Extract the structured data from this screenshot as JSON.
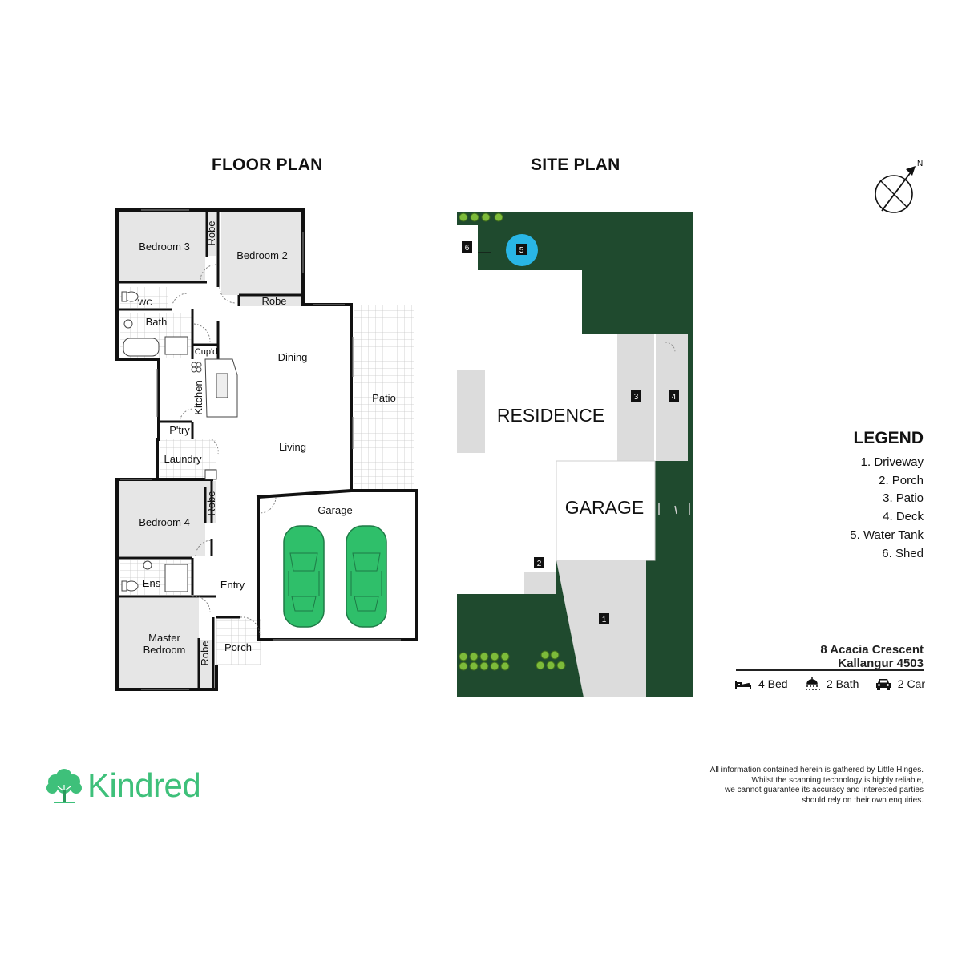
{
  "headings": {
    "floor_plan": "FLOOR PLAN",
    "site_plan": "SITE PLAN"
  },
  "compass": {
    "label": "N"
  },
  "floor_plan": {
    "rooms": {
      "bedroom3": "Bedroom 3",
      "bedroom2": "Bedroom 2",
      "robe_b3": "Robe",
      "robe_b2": "Robe",
      "wc": "WC",
      "bath": "Bath",
      "cupd": "Cup'd",
      "dining": "Dining",
      "patio": "Patio",
      "kitchen": "Kitchen",
      "living": "Living",
      "ptry": "P'try",
      "laundry": "Laundry",
      "bedroom4": "Bedroom 4",
      "robe_b4": "Robe",
      "garage": "Garage",
      "ens": "Ens",
      "entry": "Entry",
      "master_line1": "Master",
      "master_line2": "Bedroom",
      "robe_master": "Robe",
      "porch": "Porch"
    }
  },
  "site_plan": {
    "residence": "RESIDENCE",
    "garage": "GARAGE",
    "markers": [
      "1",
      "2",
      "3",
      "4",
      "5",
      "6"
    ],
    "colors": {
      "lawn": "#1f4a2e",
      "slab": "#dcdcdc",
      "water": "#29b6e6"
    }
  },
  "legend": {
    "title": "LEGEND",
    "items": [
      "1. Driveway",
      "2. Porch",
      "3. Patio",
      "4. Deck",
      "5. Water Tank",
      "6. Shed"
    ]
  },
  "address": {
    "line1": "8 Acacia Crescent",
    "line2": "Kallangur 4503"
  },
  "specs": {
    "bed": "4 Bed",
    "bath": "2 Bath",
    "car": "2 Car"
  },
  "disclaimer": [
    "All information contained herein is gathered by Little Hinges.",
    "Whilst the scanning technology is highly reliable,",
    "we cannot guarantee its accuracy and interested parties",
    "should rely on their own enquiries."
  ],
  "brand": {
    "name": "Kindred",
    "color": "#3ec07a"
  },
  "car_color": "#2fbf6a"
}
